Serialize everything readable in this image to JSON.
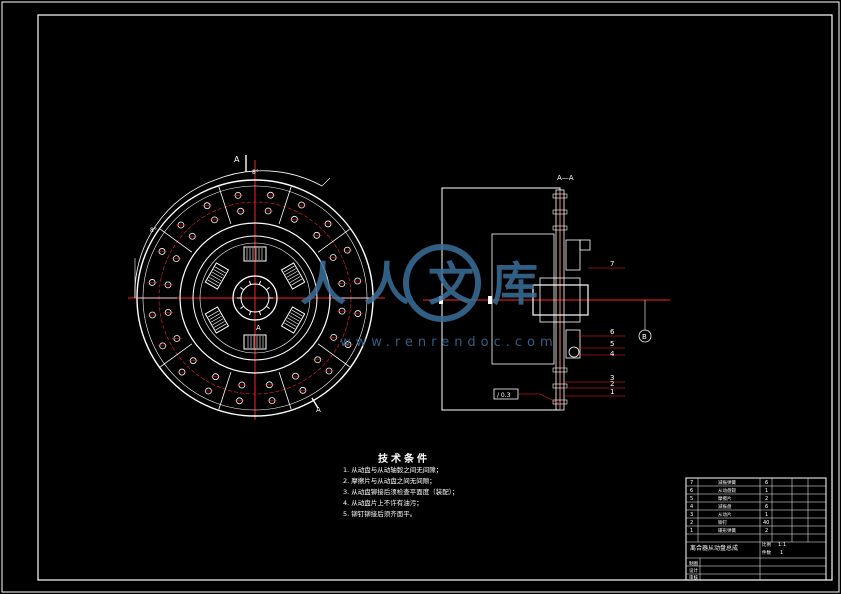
{
  "drawing": {
    "section_mark_left": "A",
    "section_mark_bottom": "A",
    "section_mark_center": "A",
    "section_title": "A—A",
    "angle_label_top": "8°",
    "angle_label_left": "8°",
    "datum_label": "B",
    "tolerance_box": "/ 0.3",
    "balloons": [
      "7",
      "6",
      "5",
      "4",
      "3",
      "2",
      "1"
    ]
  },
  "tech_requirements": {
    "title": "技术条件",
    "items": [
      "1. 从动盘与从动轴毂之间无间隙；",
      "2. 摩擦片与从动盘之间无间隙；",
      "3. 从动盘铆接后须检查平面度（装配）；",
      "4. 从动盘片上不许有油污；",
      "5. 铆钉铆接后须齐面平。"
    ]
  },
  "title_block": {
    "drawing_name": "离合器从动盘总成",
    "parts": [
      {
        "no": "7",
        "name": "减振弹簧",
        "qty": "6"
      },
      {
        "no": "6",
        "name": "从动盘毂",
        "qty": "1"
      },
      {
        "no": "5",
        "name": "摩擦片",
        "qty": "2"
      },
      {
        "no": "4",
        "name": "减振盘",
        "qty": "6"
      },
      {
        "no": "3",
        "name": "从动片",
        "qty": "1"
      },
      {
        "no": "2",
        "name": "铆钉",
        "qty": "40"
      },
      {
        "no": "1",
        "name": "碟形弹簧",
        "qty": "2"
      }
    ],
    "sign_rows": [
      "制图",
      "设计",
      "审核"
    ],
    "scale_label": "比例",
    "scale_value": "1:1",
    "sheet_label": "件数",
    "sheet_value": "1"
  },
  "watermark": {
    "text": "人人文库",
    "url": "www.renrendoc.com"
  },
  "colors": {
    "red": "#ff2020",
    "white": "#ffffff",
    "cyan": "#20e0ff",
    "watermark": "#3a6f9a"
  }
}
